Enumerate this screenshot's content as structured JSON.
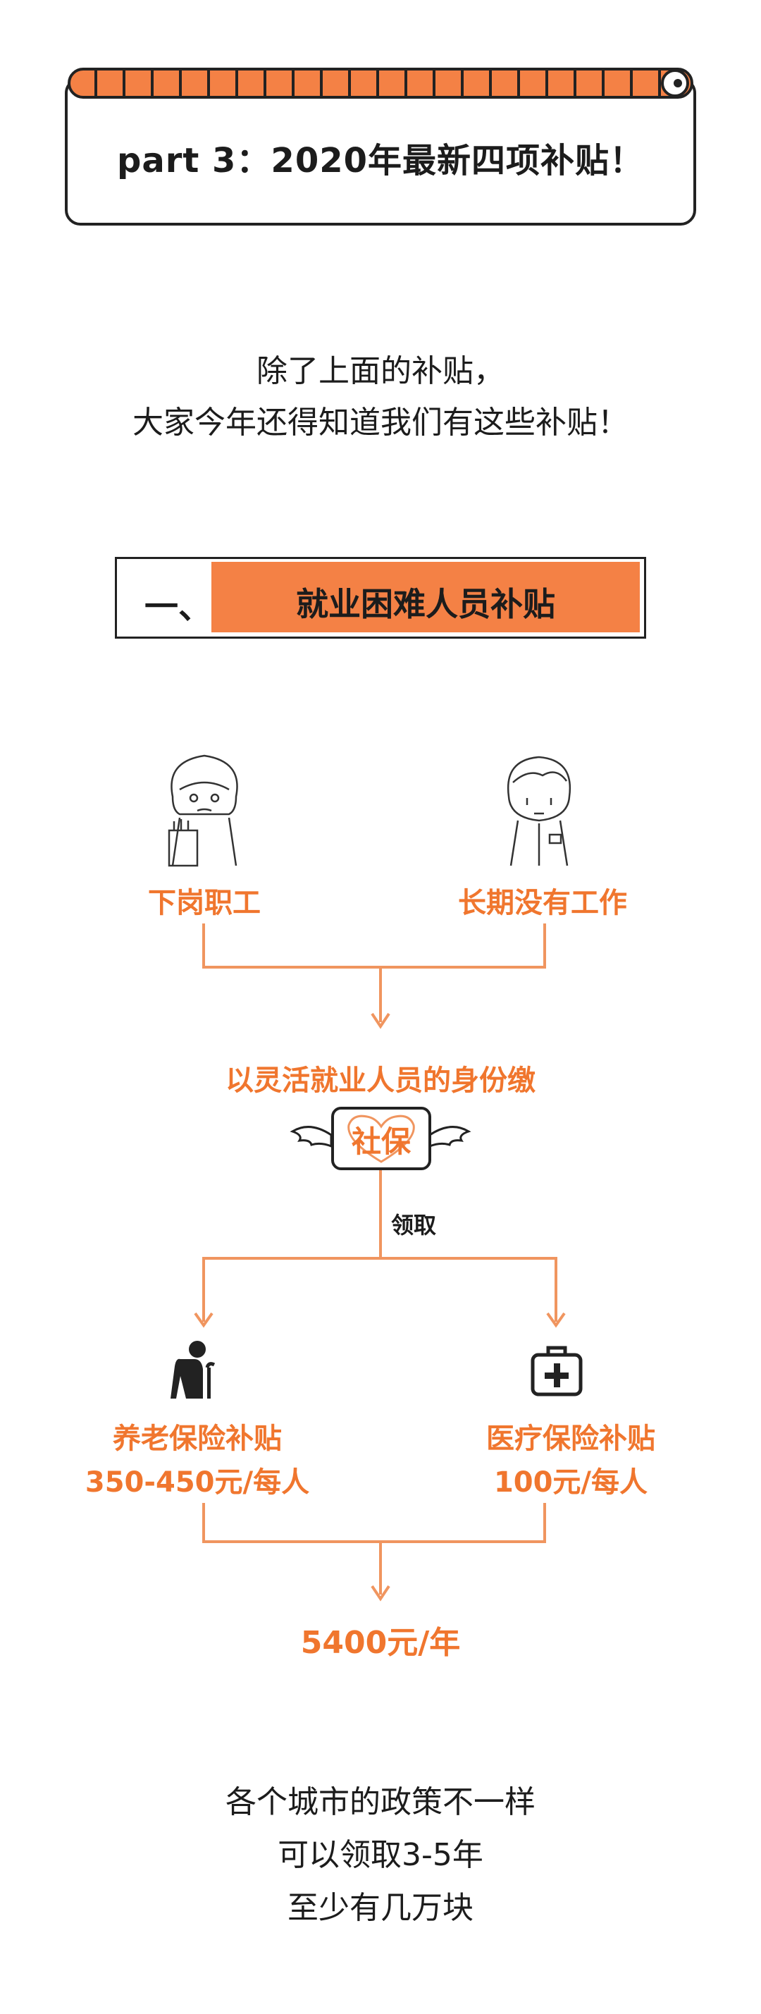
{
  "header": {
    "title": "part 3：2020年最新四项补贴！"
  },
  "intro": {
    "line1": "除了上面的补贴，",
    "line2": "大家今年还得知道我们有这些补贴！"
  },
  "section": {
    "number": "一、",
    "title": "就业困难人员补贴"
  },
  "flow": {
    "group_a": "下岗职工",
    "group_b": "长期没有工作",
    "condition": "以灵活就业人员的身份缴",
    "social_security": "社保",
    "receive": "领取",
    "pension": {
      "label": "养老保险补贴",
      "amount": "350-450元/每人"
    },
    "medical": {
      "label": "医疗保险补贴",
      "amount": "100元/每人"
    },
    "total": "5400元/年"
  },
  "footer": {
    "line1": "各个城市的政策不一样",
    "line2": "可以领取3-5年",
    "line3": "至少有几万块"
  },
  "colors": {
    "accent": "#f0762e",
    "band": "#f48145",
    "line": "#f0955f",
    "ink": "#222222"
  }
}
